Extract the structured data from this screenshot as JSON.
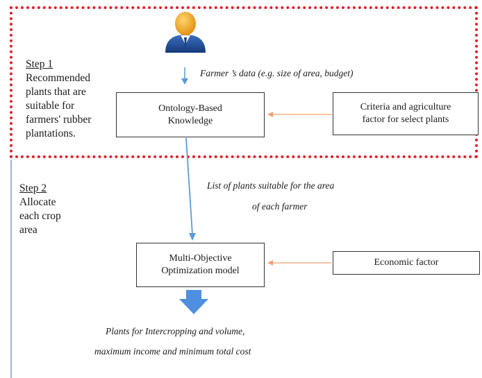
{
  "step1": {
    "title": "Step 1",
    "desc_lines": [
      "Recommended",
      "plants that are",
      "suitable for",
      "farmers' rubber",
      "plantations."
    ]
  },
  "step2": {
    "title": "Step 2",
    "desc_lines": [
      "Allocate",
      "each crop",
      "area"
    ]
  },
  "input_label": "Farmer ’s data (e.g. size of area, budget)",
  "boxes": {
    "ontology": [
      "Ontology-Based",
      "Knowledge"
    ],
    "criteria": [
      "Criteria and agriculture",
      "factor for select plants"
    ],
    "moo": [
      "Multi-Objective",
      "Optimization model"
    ],
    "economic": "Economic factor"
  },
  "list_label": [
    "List of plants suitable for the area",
    "of each farmer"
  ],
  "output_label": [
    "Plants for Intercropping and volume,",
    "maximum income and minimum total cost"
  ],
  "colors": {
    "step1_border": "#e0202a",
    "flow_arrow": "#5b9bd5",
    "input_arrow": "#f0a070",
    "user_head": "#f2a51f",
    "user_body": "#1f4e96"
  }
}
